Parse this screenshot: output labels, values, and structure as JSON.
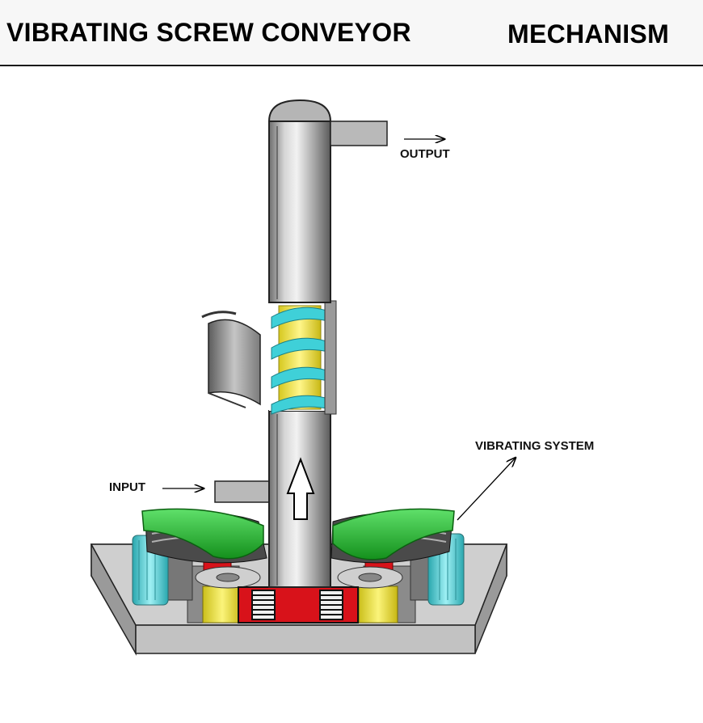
{
  "header": {
    "title_part1": "VIBRATING SCREW CONVEYOR",
    "title_part2": "MECHANISM"
  },
  "labels": {
    "output": "OUTPUT",
    "input": "INPUT",
    "vibrating_system": "VIBRATING SYSTEM"
  },
  "colors": {
    "pipe": "#a9a9a9",
    "screw_blade": "#3fd0d8",
    "screw_shaft": "#f4e84a",
    "motor_cover": "#2fc23a",
    "motor_body": "#45c8cf",
    "coupling": "#d8121a",
    "base": "#c8c8c8"
  }
}
